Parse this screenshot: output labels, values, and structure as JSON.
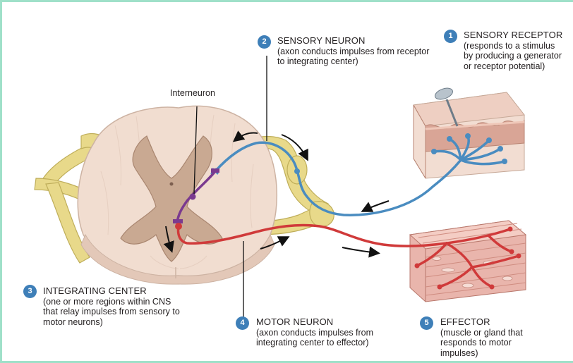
{
  "colors": {
    "frame": "#9fe0c9",
    "badge": "#3e7fb8",
    "sensory_neuron": "#4a8cc0",
    "motor_neuron": "#d03a3a",
    "interneuron": "#7a3a8f",
    "nerve": "#e8d98a",
    "gray_matter": "#c9a992",
    "white_matter": "#f1ddd0"
  },
  "labels": {
    "sensory_receptor": {
      "number": "1",
      "title": "SENSORY RECEPTOR",
      "line1": "(responds to a stimulus",
      "line2": "by producing a generator",
      "line3": "or receptor potential)"
    },
    "sensory_neuron": {
      "number": "2",
      "title": "SENSORY NEURON",
      "line1": "(axon conducts impulses from receptor",
      "line2": "to integrating center)"
    },
    "integrating_center": {
      "number": "3",
      "title": "INTEGRATING CENTER",
      "line1": "(one or more regions within CNS",
      "line2": "that relay impulses from sensory to",
      "line3": "motor neurons)"
    },
    "motor_neuron": {
      "number": "4",
      "title": "MOTOR NEURON",
      "line1": "(axon conducts impulses from",
      "line2": "integrating center to effector)"
    },
    "effector": {
      "number": "5",
      "title": "EFFECTOR",
      "line1": "(muscle or gland that",
      "line2": "responds to motor",
      "line3": "impulses)"
    },
    "interneuron": "Interneuron"
  }
}
